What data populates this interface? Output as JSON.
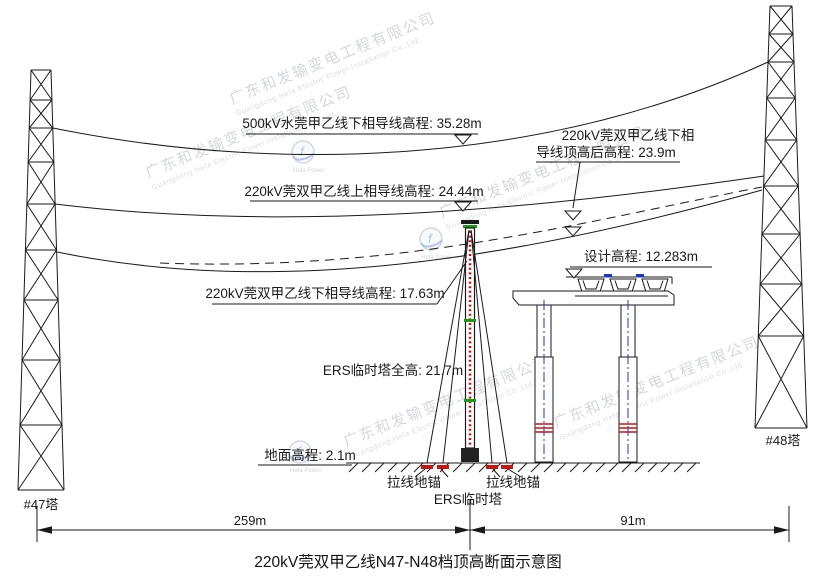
{
  "title": "220kV莞双甲乙线N47-N48档顶高断面示意图",
  "labels": {
    "conductor_500kv": "500kV水莞甲乙线下相导线高程: 35.28m",
    "conductor_220kv_upper": "220kV莞双甲乙线上相导线高程: 24.44m",
    "conductor_220kv_lower_raised_line1": "220kV莞双甲乙线下相",
    "conductor_220kv_lower_raised_line2": "导线顶高后高程: 23.9m",
    "design_elevation": "设计高程: 12.283m",
    "conductor_220kv_lower": "220kV莞双甲乙线下相导线高程: 17.63m",
    "ers_tower_height": "ERS临时塔全高: 21.7m",
    "ground_elevation": "地面高程: 2.1m",
    "guy_anchor_left": "拉线地锚",
    "guy_anchor_right": "拉线地锚",
    "ers_tower": "ERS临时塔",
    "tower_left": "#47塔",
    "tower_right": "#48塔",
    "span_left": "259m",
    "span_right": "91m"
  },
  "watermark": {
    "company_cn": "广东和发输变电工程有限公司",
    "company_en": "Guangdong Hefa Electric Power Installation Co.,Ltd.",
    "logo_text": "Hefa Power"
  },
  "colors": {
    "line": "#1a1a1a",
    "red": "#cc1111",
    "green": "#12a012",
    "blue": "#1d35c4",
    "watermark": "#9aa0ab"
  }
}
